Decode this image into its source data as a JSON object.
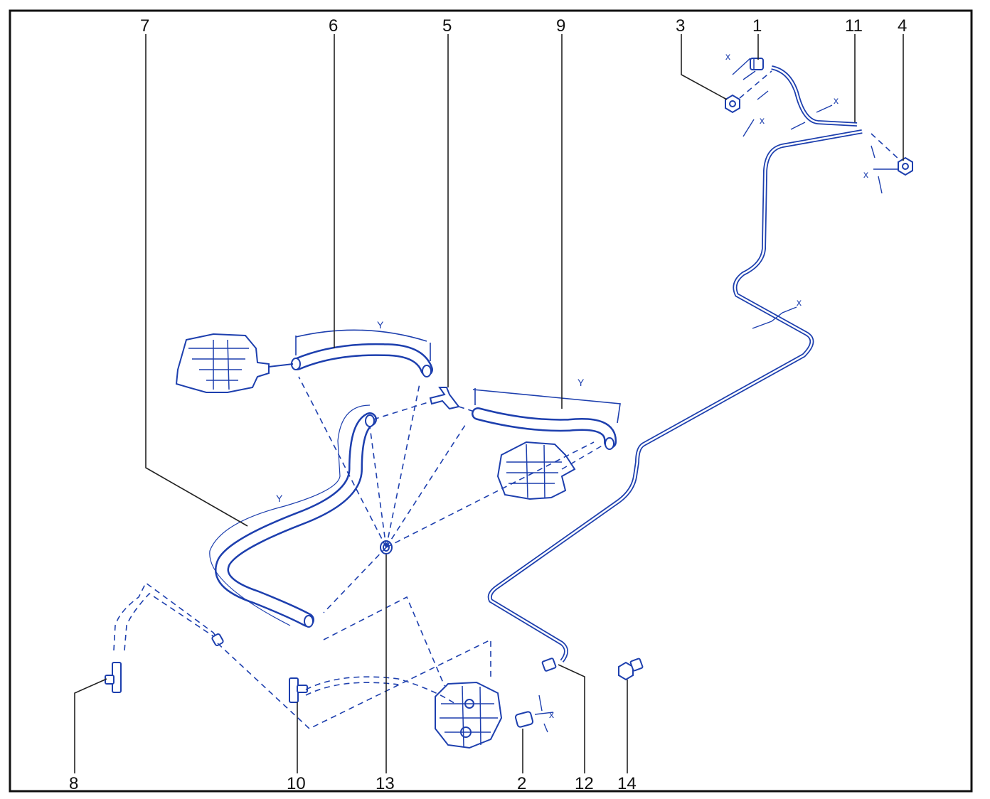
{
  "diagram": {
    "callouts": {
      "c1": "1",
      "c2": "2",
      "c3": "3",
      "c4": "4",
      "c5": "5",
      "c6": "6",
      "c7": "7",
      "c8": "8",
      "c9": "9",
      "c10": "10",
      "c11": "11",
      "c12": "12",
      "c13": "13",
      "c14": "14"
    },
    "dimension_labels": {
      "x": "x",
      "y": "Y"
    },
    "colors": {
      "line_art": "#1d3fae",
      "leader": "#222222",
      "frame": "#111111",
      "background": "#ffffff"
    }
  }
}
